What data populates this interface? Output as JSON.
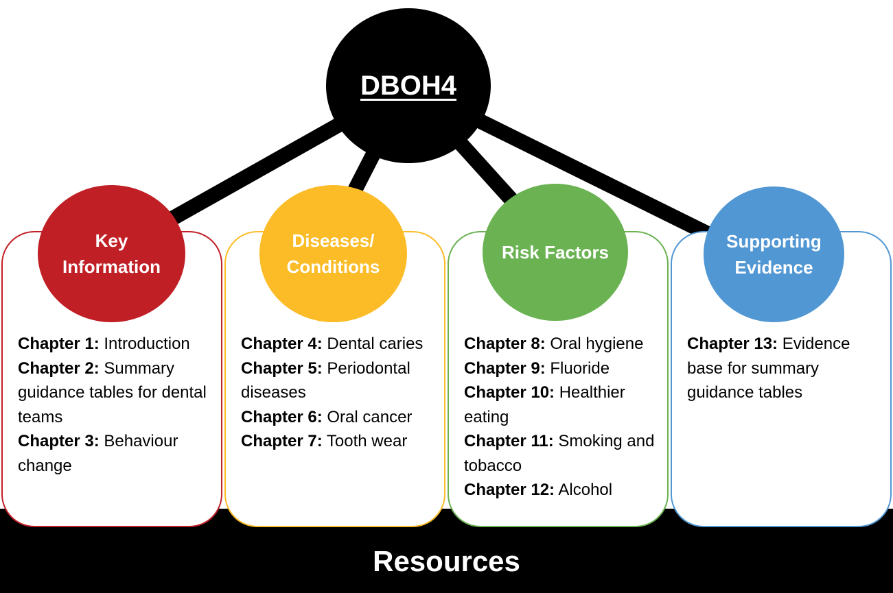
{
  "hub": {
    "label": "DBOH4"
  },
  "footer": {
    "label": "Resources"
  },
  "sections": [
    {
      "title_lines": [
        "Key",
        "Information"
      ],
      "color": "#c11f26",
      "items": [
        {
          "chapter": "Chapter 1:",
          "text": "Introduction"
        },
        {
          "chapter": "Chapter 2:",
          "text": "Summary guidance tables for dental teams"
        },
        {
          "chapter": "Chapter 3:",
          "text": "Behaviour change"
        }
      ]
    },
    {
      "title_lines": [
        "Diseases/",
        "Conditions"
      ],
      "color": "#fbbc27",
      "items": [
        {
          "chapter": "Chapter 4:",
          "text": "Dental caries"
        },
        {
          "chapter": "Chapter 5:",
          "text": "Periodontal diseases"
        },
        {
          "chapter": "Chapter 6:",
          "text": "Oral cancer"
        },
        {
          "chapter": "Chapter 7:",
          "text": "Tooth wear"
        }
      ]
    },
    {
      "title_lines": [
        "Risk Factors"
      ],
      "color": "#6ab252",
      "items": [
        {
          "chapter": "Chapter 8:",
          "text": "Oral hygiene"
        },
        {
          "chapter": "Chapter 9:",
          "text": "Fluoride"
        },
        {
          "chapter": "Chapter 10:",
          "text": "Healthier eating"
        },
        {
          "chapter": "Chapter 11:",
          "text": "Smoking and tobacco"
        },
        {
          "chapter": "Chapter 12:",
          "text": "Alcohol"
        }
      ]
    },
    {
      "title_lines": [
        "Supporting",
        "Evidence"
      ],
      "color": "#5197d3",
      "items": [
        {
          "chapter": "Chapter 13:",
          "text": "Evidence base for summary guidance tables"
        }
      ]
    }
  ]
}
